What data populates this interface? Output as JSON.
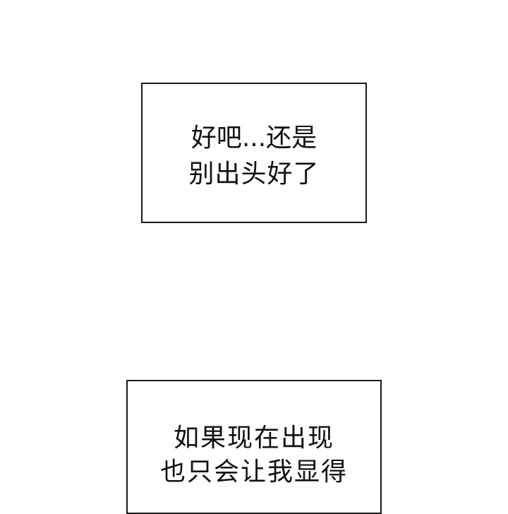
{
  "panels": [
    {
      "lines": [
        "好吧...还是",
        "别出头好了"
      ]
    },
    {
      "lines": [
        "如果现在出现",
        "也只会让我显得"
      ]
    }
  ],
  "colors": {
    "background": "#ffffff",
    "border": "#1a1a1a",
    "text": "#111111"
  }
}
